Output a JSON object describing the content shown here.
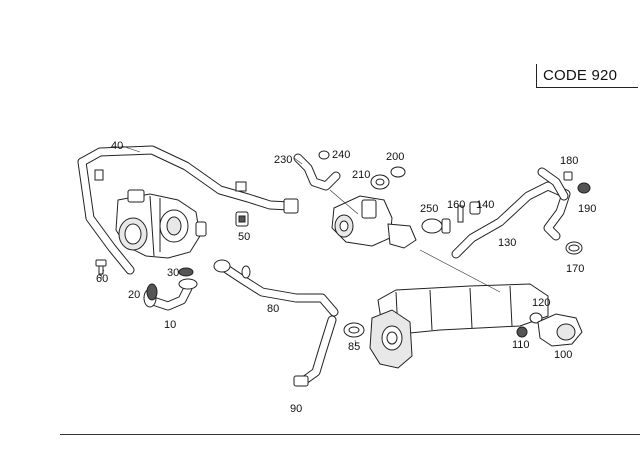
{
  "header": {
    "code_label": "CODE 920"
  },
  "callouts": {
    "p10": "10",
    "p20": "20",
    "p30": "30",
    "p40": "40",
    "p50": "50",
    "p60": "60",
    "p80": "80",
    "p85": "85",
    "p90": "90",
    "p100": "100",
    "p110": "110",
    "p120": "120",
    "p130": "130",
    "p140": "140",
    "p160": "160",
    "p170": "170",
    "p180": "180",
    "p190": "190",
    "p200": "200",
    "p210": "210",
    "p230": "230",
    "p240": "240",
    "p250": "250"
  }
}
